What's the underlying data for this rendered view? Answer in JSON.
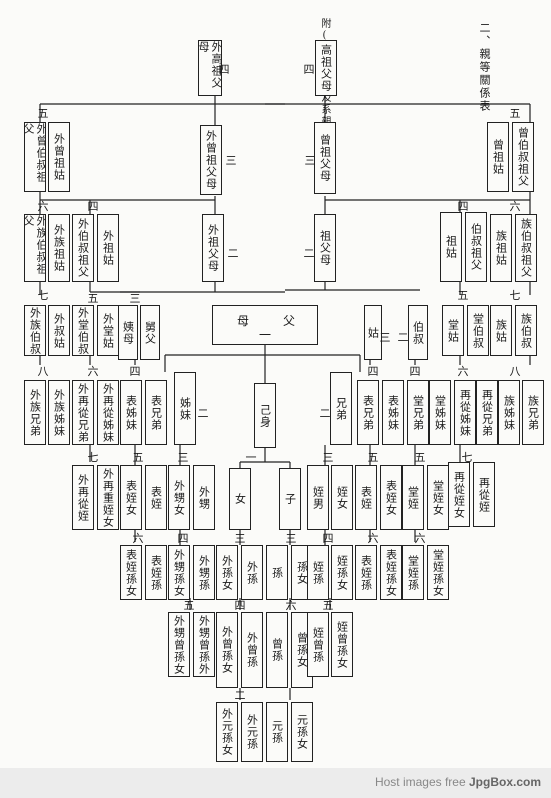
{
  "titles": {
    "section": "二、親等關係表",
    "caption": "附(一)血親及系親之親等圖"
  },
  "center_box": {
    "mother": "母",
    "father": "父",
    "degree": "一"
  },
  "nodes": {
    "mat_ggf": "外高祖父母",
    "pat_ggf": "高祖父母",
    "mat_gu": "外曾伯叔祖父",
    "mat_ggaunt": "外曾祖姑",
    "mat_gf_c": "外曾祖父母",
    "pat_gf_c": "曾祖父母",
    "pat_ggaunt": "曾祖姑",
    "pat_gu": "曾伯叔祖父",
    "mat_clan_gu": "外族伯叔祖父",
    "mat_clan_gaunt": "外族祖姑",
    "mat_great_uncle": "外伯叔祖父",
    "mat_grandaunt": "外祖姑",
    "mat_gf": "外祖父母",
    "pat_gf": "祖父母",
    "pat_grandaunt": "祖姑",
    "pat_great_uncle": "伯叔祖父",
    "pat_clan_gaunt": "族祖姑",
    "pat_clan_gu": "族伯叔祖父",
    "mat_clan_uncle": "外族伯叔",
    "mat_aunt2": "外叔姑",
    "mat_cousin_uncle": "外堂伯叔",
    "mat_cousin_aunt": "外堂姑",
    "maternal_aunt": "姨母",
    "maternal_uncle": "舅父",
    "pat_aunt": "姑",
    "pat_uncle": "伯叔",
    "cousin_aunt": "堂姑",
    "cousin_uncle": "堂伯叔",
    "clan_aunt": "族姑",
    "clan_uncle": "族伯叔",
    "mat_clan_sib": "外族兄弟",
    "mat_clan_sis": "外族姊妹",
    "mat_second_cousin_b": "外再從兄弟",
    "mat_second_cousin_s": "外再從姊妹",
    "cousin_sis_mat": "表姊妹",
    "cousin_bro_mat": "表兄弟",
    "sister": "姊妹",
    "self": "己身",
    "brother": "兄弟",
    "cousin_bro_pat": "表兄弟",
    "cousin_sis_pat": "表姊妹",
    "tang_bro": "堂兄弟",
    "tang_sis": "堂姊妹",
    "second_cousin_sis": "再從姊妹",
    "second_cousin_bro": "再從兄弟",
    "clan_sis": "族姊妹",
    "clan_bro": "族兄弟",
    "mat_second_nephew": "外再從姪",
    "mat_second_nephew2": "外再重姪女",
    "cousin_nephew_m1": "表姪女",
    "cousin_nephew_m2": "表姪",
    "sister_son": "外甥女",
    "sister_son2": "外甥",
    "daughter": "女",
    "son": "子",
    "nephew_m": "姪男",
    "niece": "姪女",
    "cousin_nephew_p1": "表姪",
    "cousin_nephew_p2": "表姪女",
    "tang_nephew": "堂姪",
    "tang_niece": "堂姪女",
    "second_nephew_f": "再從姪女",
    "second_nephew_m": "再從姪",
    "cousin_gn_m1": "表姪孫女",
    "cousin_gn_m2": "表姪孫",
    "sister_gs1": "外甥孫女",
    "sister_gs2": "外甥孫",
    "d_son": "外孫女",
    "d_son2": "外孫",
    "grandson": "孫",
    "granddaughter": "孫女",
    "nephew_gs": "姪孫",
    "nephew_gd": "姪孫女",
    "cousin_gn_p1": "表姪孫",
    "cousin_gn_p2": "表姪孫女",
    "tang_gn1": "堂姪孫",
    "tang_gn2": "堂姪孫女",
    "sister_ggs1": "外甥曾孫女",
    "sister_ggs2": "外甥曾孫外",
    "d_gson1": "外曾孫女",
    "d_gson2": "外曾孫",
    "ggson": "曾孫",
    "ggdaughter": "曾孫女",
    "nephew_ggs": "姪曾孫",
    "nephew_ggd": "姪曾孫女",
    "d_ggson1": "外元孫女",
    "d_ggson2": "外元孫",
    "gggson": "元孫",
    "gggdaughter": "元孫女"
  },
  "degrees": {
    "d1": "四",
    "d2": "四",
    "d3": "五",
    "d4": "五",
    "d5": "三",
    "d6": "三",
    "d7": "四",
    "d8": "四",
    "d9": "六",
    "d10": "六",
    "d11": "二",
    "d12": "二",
    "d13": "七",
    "d14": "五",
    "d15": "三",
    "d16": "三",
    "d17": "五",
    "d18": "七",
    "d19": "八",
    "d20": "六",
    "d21": "四",
    "d22": "四",
    "d23": "六",
    "d24": "八",
    "d25": "二",
    "d26": "二",
    "d27": "七",
    "d28": "五",
    "d29": "三",
    "d30": "一",
    "d31": "三",
    "d32": "五",
    "d33": "五",
    "d34": "七",
    "d35": "六",
    "d36": "四",
    "d37": "二",
    "d38": "二",
    "d39": "四",
    "d40": "六",
    "d41": "六",
    "d42": "六",
    "d43": "五",
    "d44": "三",
    "d45": "三",
    "d46": "五",
    "d47": "四",
    "d48": "四"
  },
  "footer": {
    "prefix": "Host images free ",
    "brand": "JpgBox.com"
  }
}
